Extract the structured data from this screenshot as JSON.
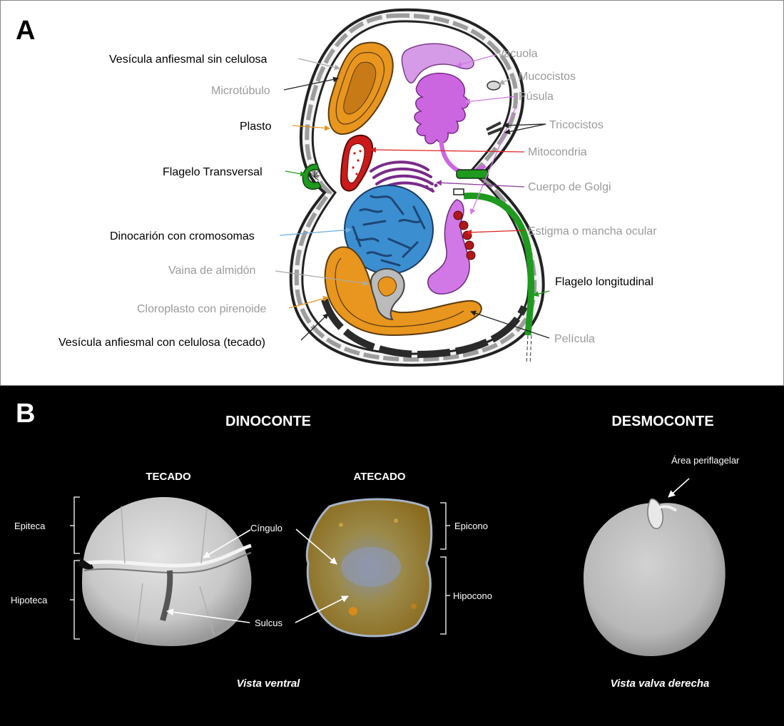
{
  "panel_a": {
    "letter": "A",
    "labels": {
      "vesicula_sin_celulosa": "Vesícula anfiesmal sin celulosa",
      "microtubulo": "Microtúbulo",
      "plasto": "Plasto",
      "flagelo_transversal": "Flagelo Transversal",
      "dinocarion": "Dinocarión con cromosomas",
      "vaina_almidon": "Vaina de almidón",
      "cloroplasto_pirenoide": "Cloroplasto con pirenoide",
      "vesicula_con_celulosa": "Vesícula anfiesmal con celulosa (tecado)",
      "vacuola": "Vacuola",
      "mucocistos": "Mucocistos",
      "pusula": "Púsula",
      "tricocistos": "Tricocistos",
      "mitocondria": "Mitocondria",
      "cuerpo_golgi": "Cuerpo de Golgi",
      "estigma": "Estigma o mancha ocular",
      "flagelo_longitudinal": "Flagelo longitudinal",
      "pelicula": "Película"
    }
  },
  "panel_b": {
    "letter": "B",
    "dinoconte": {
      "title": "DINOCONTE",
      "tecado": "TECADO",
      "atecado": "ATECADO",
      "epiteca": "Epiteca",
      "hipoteca": "Hipoteca",
      "cingulo": "Cíngulo",
      "sulcus": "Sulcus",
      "epicono": "Epicono",
      "hipocono": "Hipocono",
      "caption": "Vista ventral"
    },
    "desmoconte": {
      "title": "DESMOCONTE",
      "area": "Área periflagelar",
      "caption": "Vista valva derecha"
    }
  },
  "colors": {
    "plasto": "#e8961e",
    "mitocondria": "#cc1a1a",
    "golgi": "#7a2a8a",
    "nucleus": "#3b8fd0",
    "pusula": "#d278e6",
    "flagelo": "#1e9a1e",
    "panel_b_bg": "#000000"
  }
}
